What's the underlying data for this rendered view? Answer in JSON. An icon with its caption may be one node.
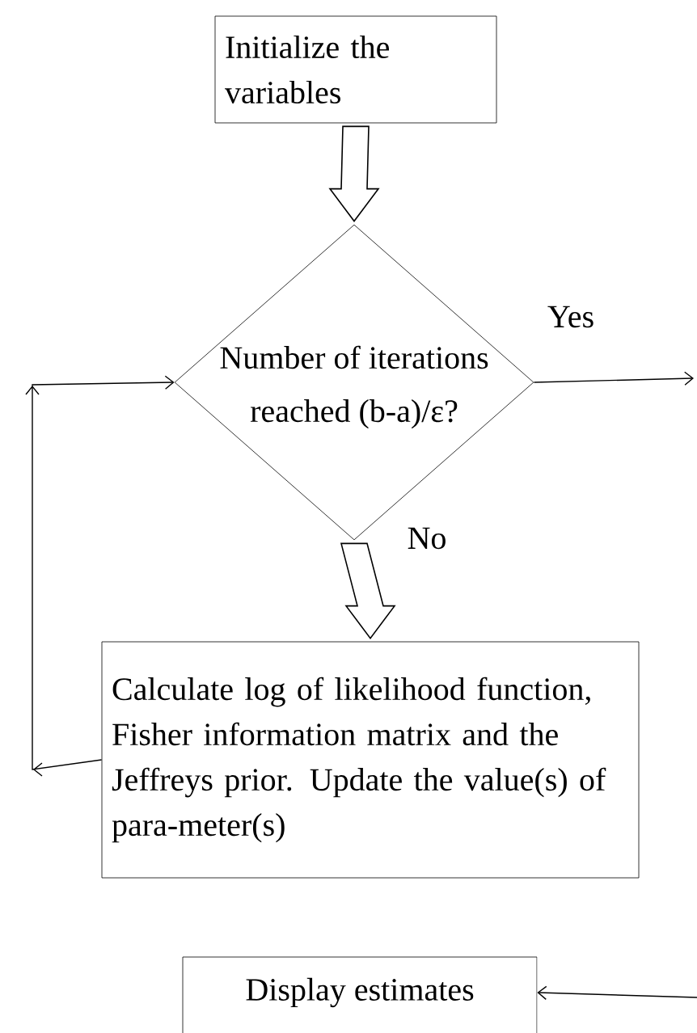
{
  "diagram": {
    "nodes": [
      {
        "text": [
          "Initialize the variables"
        ]
      },
      {
        "text": [
          "Number of iterations reached (b-a)/ε?"
        ]
      },
      {
        "text": [
          "Calculate log of likelihood function, Fisher information matrix and the Jeffreys prior. Update the value(s) of para-meter(s)"
        ]
      },
      {
        "text": [
          "Display estimates"
        ]
      }
    ],
    "edges": [
      {
        "from": 0,
        "to": 1,
        "arrow": "to",
        "style": "thick"
      },
      {
        "from": 1,
        "to": 2,
        "arrow": "to",
        "style": "thick",
        "label": "No"
      },
      {
        "from": 2,
        "to": 1,
        "arrow": "to"
      },
      {
        "from": 1,
        "to": null,
        "arrow": "to",
        "label": "Yes"
      },
      {
        "from": null,
        "to": 3,
        "arrow": "to"
      }
    ]
  }
}
